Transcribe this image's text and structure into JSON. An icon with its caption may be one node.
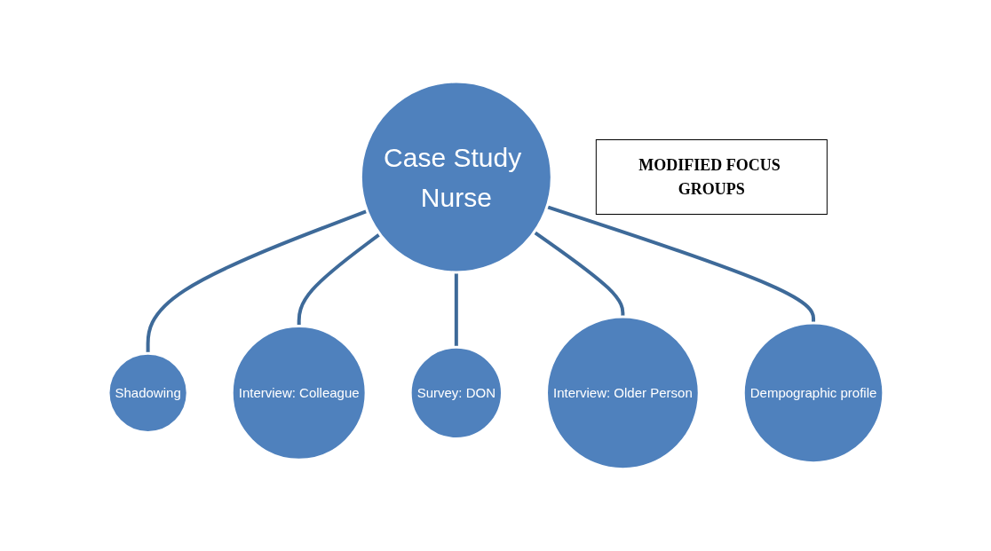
{
  "diagram": {
    "nodes": [
      {
        "text": [
          "Case Study Nurse"
        ]
      },
      {
        "text": [
          "Shadowing"
        ]
      },
      {
        "text": [
          "Interview: Colleague"
        ]
      },
      {
        "text": [
          "Survey: DON"
        ]
      },
      {
        "text": [
          "Interview: Older Person"
        ]
      },
      {
        "text": [
          "Dempographic profile"
        ]
      },
      {
        "text": [
          "MODIFIED FOCUS GROUPS"
        ]
      }
    ],
    "edges": [
      {
        "from": 0,
        "to": 1,
        "arrow": "none"
      },
      {
        "from": 0,
        "to": 2,
        "arrow": "none"
      },
      {
        "from": 0,
        "to": 3,
        "arrow": "none"
      },
      {
        "from": 0,
        "to": 4,
        "arrow": "none"
      },
      {
        "from": 0,
        "to": 5,
        "arrow": "none"
      }
    ]
  }
}
